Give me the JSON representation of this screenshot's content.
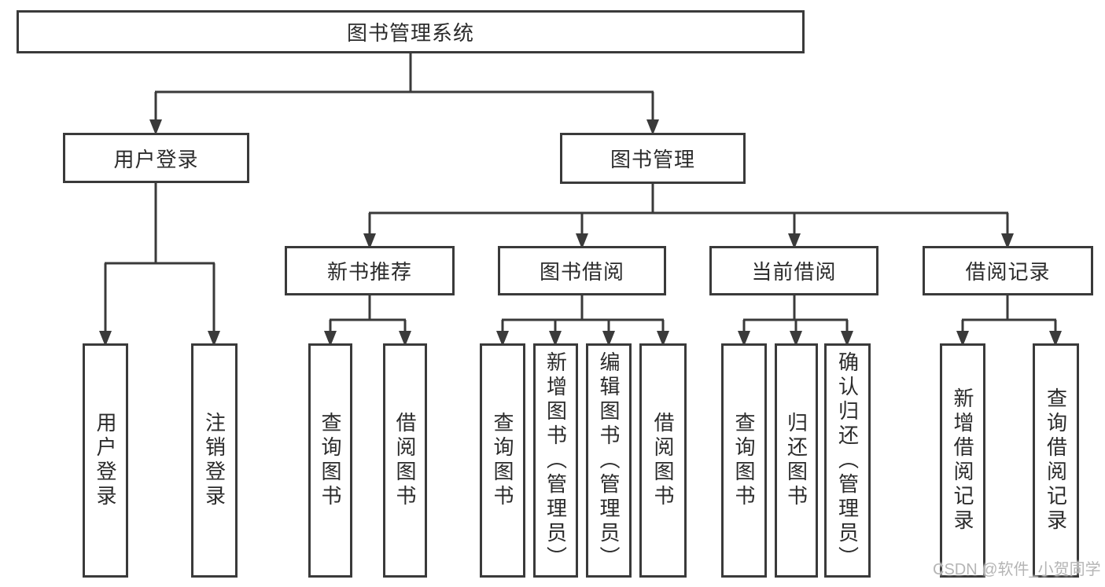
{
  "tree": {
    "label": "图书管理系统",
    "children": [
      {
        "label": "用户登录",
        "children": [
          {
            "label": "用户登录"
          },
          {
            "label": "注销登录"
          }
        ]
      },
      {
        "label": "图书管理",
        "children": [
          {
            "label": "新书推荐",
            "children": [
              {
                "label": "查询图书"
              },
              {
                "label": "借阅图书"
              }
            ]
          },
          {
            "label": "图书借阅",
            "children": [
              {
                "label": "查询图书"
              },
              {
                "label": "新增图书（管理员）"
              },
              {
                "label": "编辑图书（管理员）"
              },
              {
                "label": "借阅图书"
              }
            ]
          },
          {
            "label": "当前借阅",
            "children": [
              {
                "label": "查询图书"
              },
              {
                "label": "归还图书"
              },
              {
                "label": "确认归还（管理员）"
              }
            ]
          },
          {
            "label": "借阅记录",
            "children": [
              {
                "label": "新增借阅记录"
              },
              {
                "label": "查询借阅记录"
              }
            ]
          }
        ]
      }
    ]
  },
  "watermark": "CSDN @软件_小贺同学",
  "colors": {
    "line": "#3a3a3a",
    "box_border": "#3a3a3a",
    "text": "#2b2b2b",
    "watermark": "#b5b5b5",
    "background": "#ffffff"
  }
}
